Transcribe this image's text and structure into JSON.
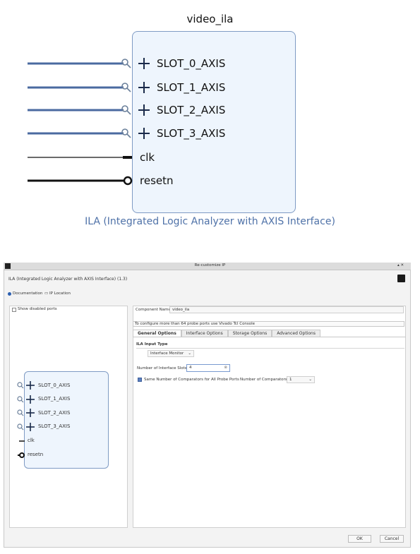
{
  "block": {
    "title": "video_ila",
    "caption": "ILA (Integrated Logic Analyzer with AXIS Interface)",
    "ports": [
      "SLOT_0_AXIS",
      "SLOT_1_AXIS",
      "SLOT_2_AXIS",
      "SLOT_3_AXIS",
      "clk",
      "resetn"
    ]
  },
  "dialog": {
    "window_title": "Re-customize IP",
    "ip_title": "ILA (Integrated Logic Analyzer with AXIS Interface) (1.3)",
    "documentation": "Documentation",
    "ip_location": "IP Location",
    "show_disabled_ports": "Show disabled ports",
    "component_name_label": "Component Name",
    "component_name_value": "video_ila",
    "info_bar": "To configure more than 64 probe ports use Vivado Tcl Console",
    "tabs": [
      "General Options",
      "Interface Options",
      "Storage Options",
      "Advanced Options"
    ],
    "section_title": "ILA Input Type",
    "input_type_value": "Interface Monitor",
    "num_slots_label": "Number of Interface Slots",
    "num_slots_value": "4",
    "same_comparators_label": "Same Number of Comparators for All Probe Ports",
    "num_comparators_label": "Number of Comparators",
    "num_comparators_value": "1",
    "ok": "OK",
    "cancel": "Cancel",
    "ports": [
      "SLOT_0_AXIS",
      "SLOT_1_AXIS",
      "SLOT_2_AXIS",
      "SLOT_3_AXIS",
      "clk",
      "resetn"
    ]
  },
  "colors": {
    "accent": "#4f72a8",
    "bus": "#4a6aa0",
    "box_fill": "#eef5fd"
  },
  "icons": [
    "search-icon",
    "plus-icon",
    "info-icon",
    "folder-icon",
    "app-icon",
    "chevron-down-icon"
  ]
}
